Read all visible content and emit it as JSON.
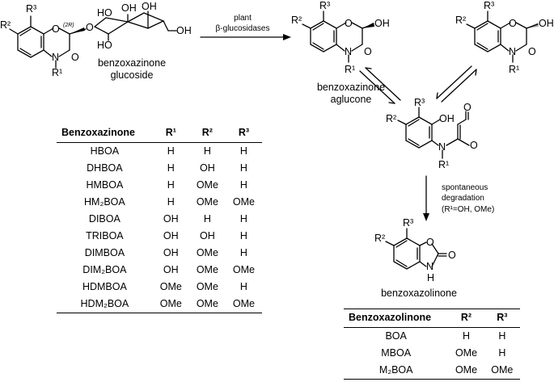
{
  "labels": {
    "glucoside_l1": "benzoxazinone",
    "glucoside_l2": "glucoside",
    "arrow_top": "plant",
    "arrow_bottom": "β-glucosidases",
    "aglucone_l1": "benzoxazinone",
    "aglucone_l2": "aglucone",
    "degradation_l1": "spontaneous",
    "degradation_l2": "degradation",
    "degradation_l3": "(R¹=OH, OMe)",
    "benzoxazolinone": "benzoxazolinone"
  },
  "atoms": {
    "R1": "R¹",
    "R2": "R²",
    "R3": "R³",
    "O": "O",
    "N": "N",
    "H": "H",
    "OH": "OH",
    "HO": "HO",
    "stereo": "(2R)"
  },
  "benzoxazinone_table": {
    "headers": [
      "Benzoxazinone",
      "R¹",
      "R²",
      "R³"
    ],
    "rows": [
      [
        "HBOA",
        "H",
        "H",
        "H"
      ],
      [
        "DHBOA",
        "H",
        "OH",
        "H"
      ],
      [
        "HMBOA",
        "H",
        "OMe",
        "H"
      ],
      [
        "HM₂BOA",
        "H",
        "OMe",
        "OMe"
      ],
      [
        "DIBOA",
        "OH",
        "H",
        "H"
      ],
      [
        "TRIBOA",
        "OH",
        "OH",
        "H"
      ],
      [
        "DIMBOA",
        "OH",
        "OMe",
        "H"
      ],
      [
        "DIM₂BOA",
        "OH",
        "OMe",
        "OMe"
      ],
      [
        "HDMBOA",
        "OMe",
        "OMe",
        "H"
      ],
      [
        "HDM₂BOA",
        "OMe",
        "OMe",
        "OMe"
      ]
    ]
  },
  "benzoxazolinone_table": {
    "headers": [
      "Benzoxazolinone",
      "R²",
      "R³"
    ],
    "rows": [
      [
        "BOA",
        "H",
        "H"
      ],
      [
        "MBOA",
        "OMe",
        "H"
      ],
      [
        "M₂BOA",
        "OMe",
        "OMe"
      ]
    ]
  }
}
